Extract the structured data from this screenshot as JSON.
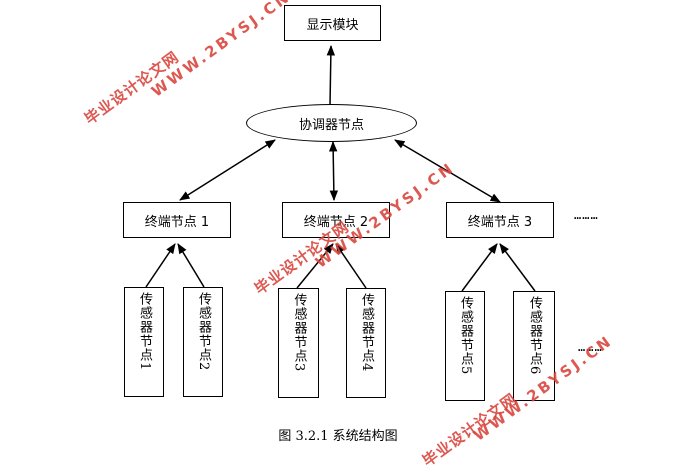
{
  "display_module": "显示模块",
  "coordinator": "协调器节点",
  "terminals": [
    "终端节点 1",
    "终端节点 2",
    "终端节点 3"
  ],
  "sensors": [
    "传感器节点1",
    "传感器节点2",
    "传感器节点3",
    "传感器节点4",
    "传感器节点5",
    "传感器节点6"
  ],
  "ellipsis": "………",
  "caption": "图 3.2.1 系统结构图",
  "watermark": {
    "cn": "毕业设计论文网",
    "url": "WWW.2BYSJ.CN",
    "color": "#d9473e"
  }
}
